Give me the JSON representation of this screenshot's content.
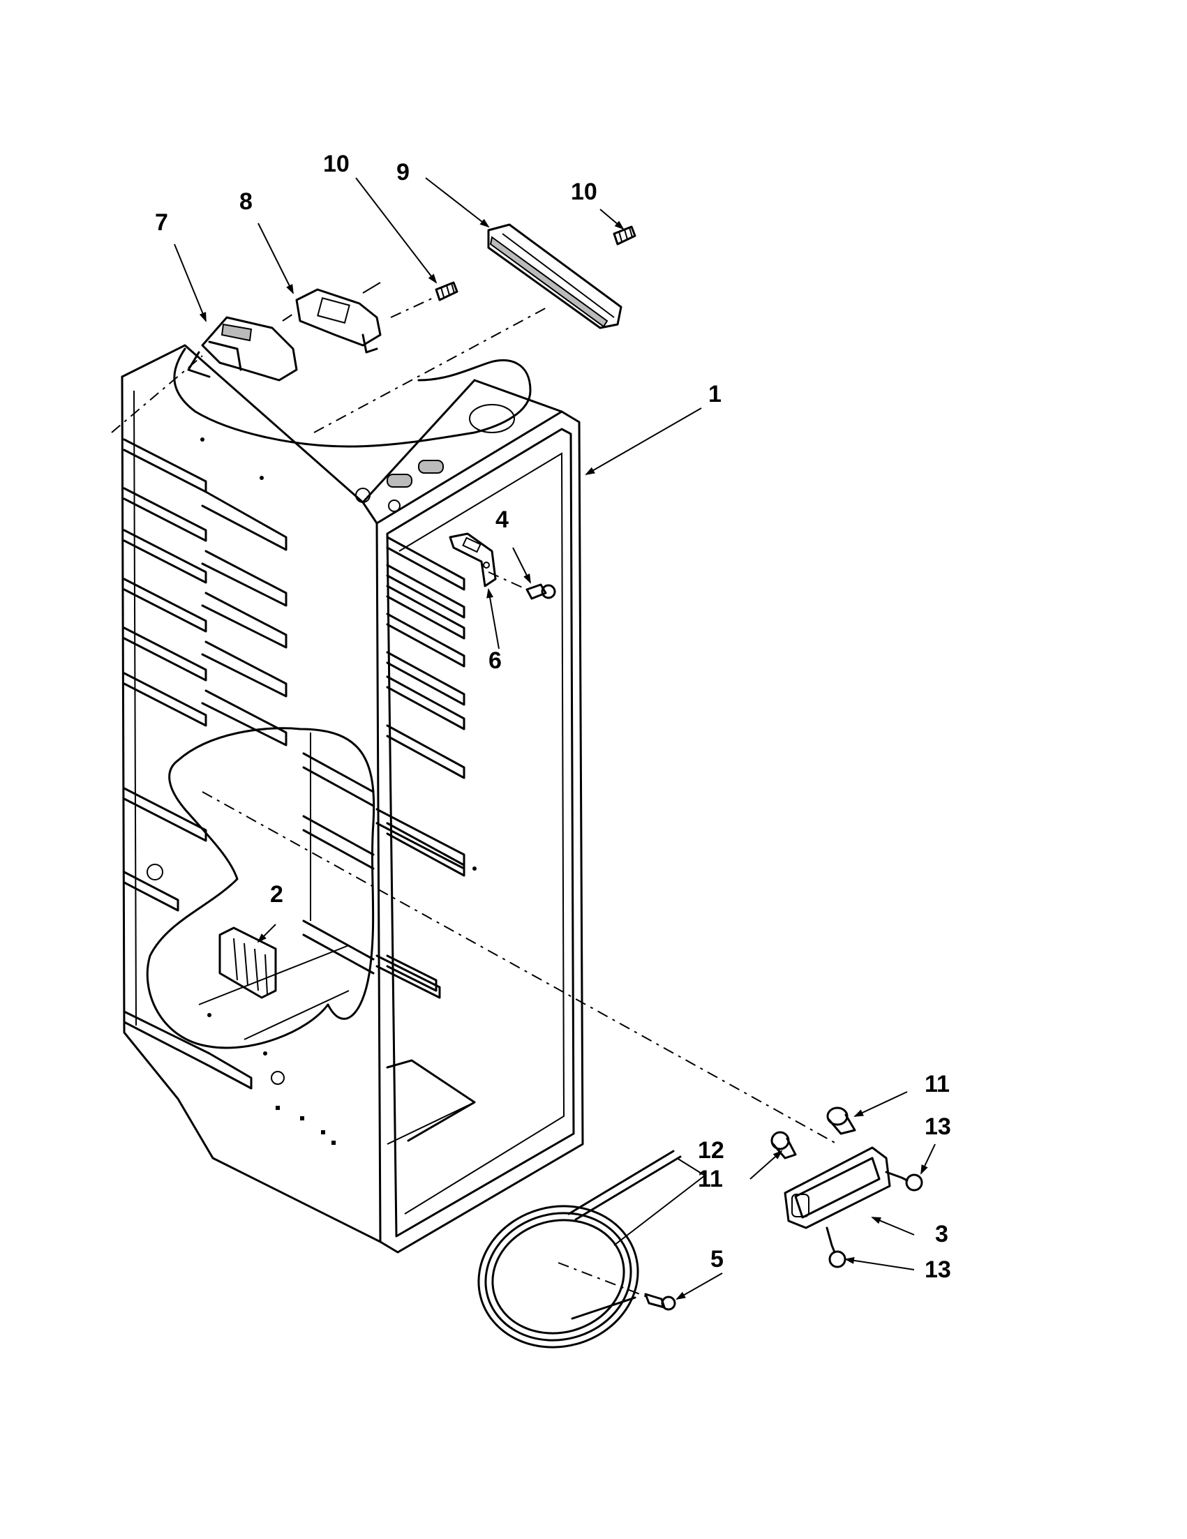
{
  "callouts": {
    "c1": "1",
    "c2": "2",
    "c3": "3",
    "c4": "4",
    "c5": "5",
    "c6": "6",
    "c7": "7",
    "c8": "8",
    "c9": "9",
    "c10a": "10",
    "c10b": "10",
    "c11a": "11",
    "c11b": "11",
    "c12": "12",
    "c13a": "13",
    "c13b": "13"
  }
}
